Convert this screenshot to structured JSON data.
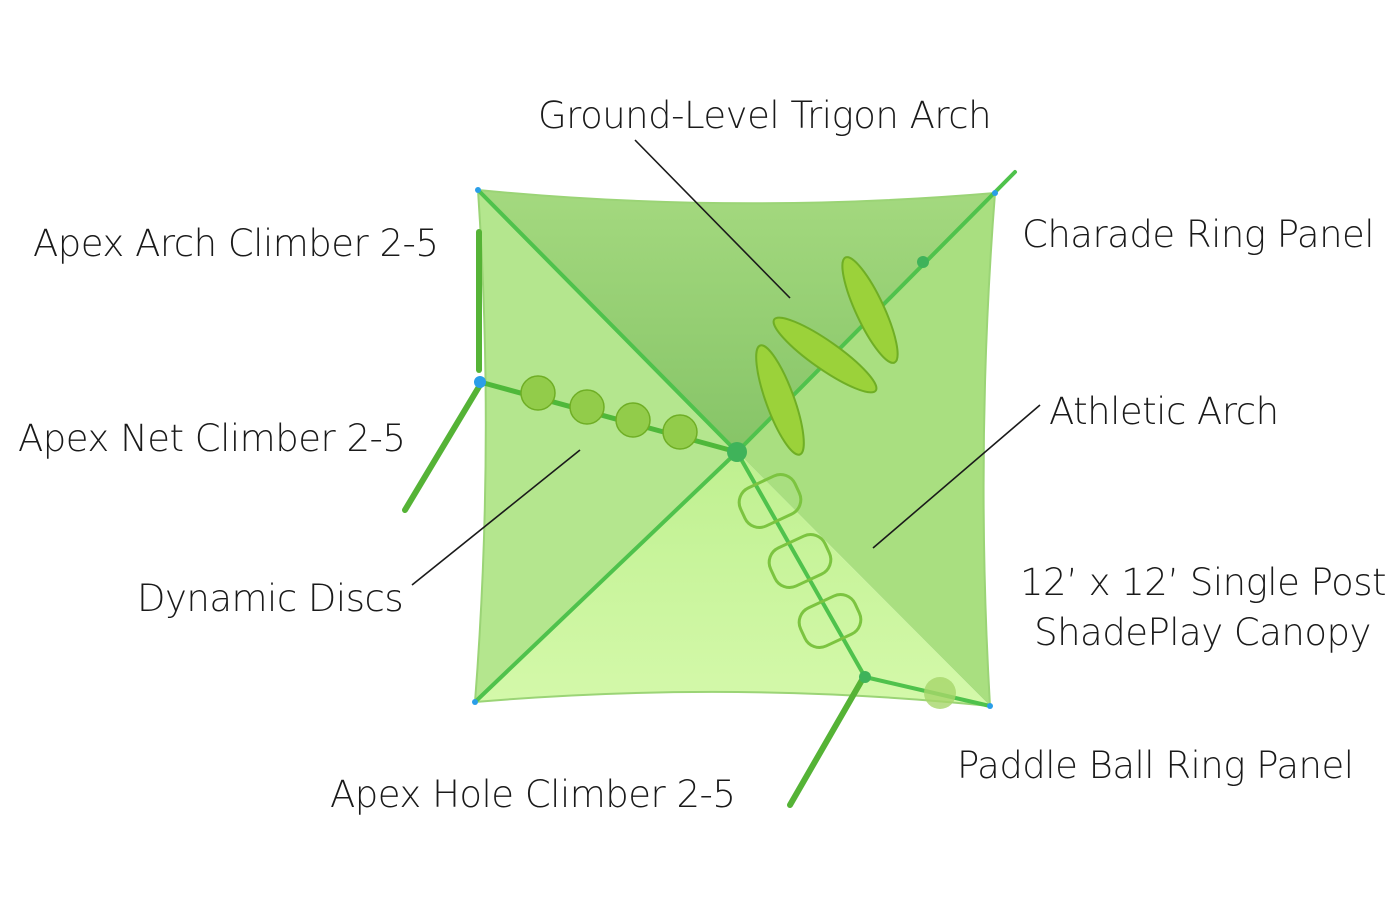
{
  "labels": {
    "ground_level_trigon_arch": "Ground-Level Trigon Arch",
    "charade_ring_panel": "Charade Ring Panel",
    "apex_arch_climber": "Apex Arch Climber 2-5",
    "apex_net_climber": "Apex Net Climber 2-5",
    "athletic_arch": "Athletic Arch",
    "dynamic_discs": "Dynamic Discs",
    "canopy_line1": "12’ x 12’ Single Post",
    "canopy_line2": "ShadePlay Canopy",
    "paddle_ball_ring_panel": "Paddle Ball Ring Panel",
    "apex_hole_climber": "Apex Hole Climber 2-5"
  },
  "colors": {
    "canopy_top": "#8fcf6a",
    "canopy_left": "#b2e58c",
    "canopy_right": "#a6dd7e",
    "canopy_bottom": "#ccf5a0",
    "frame": "#4cc24a",
    "joint": "#2a9ee8",
    "equipment": "#7cc23a"
  }
}
